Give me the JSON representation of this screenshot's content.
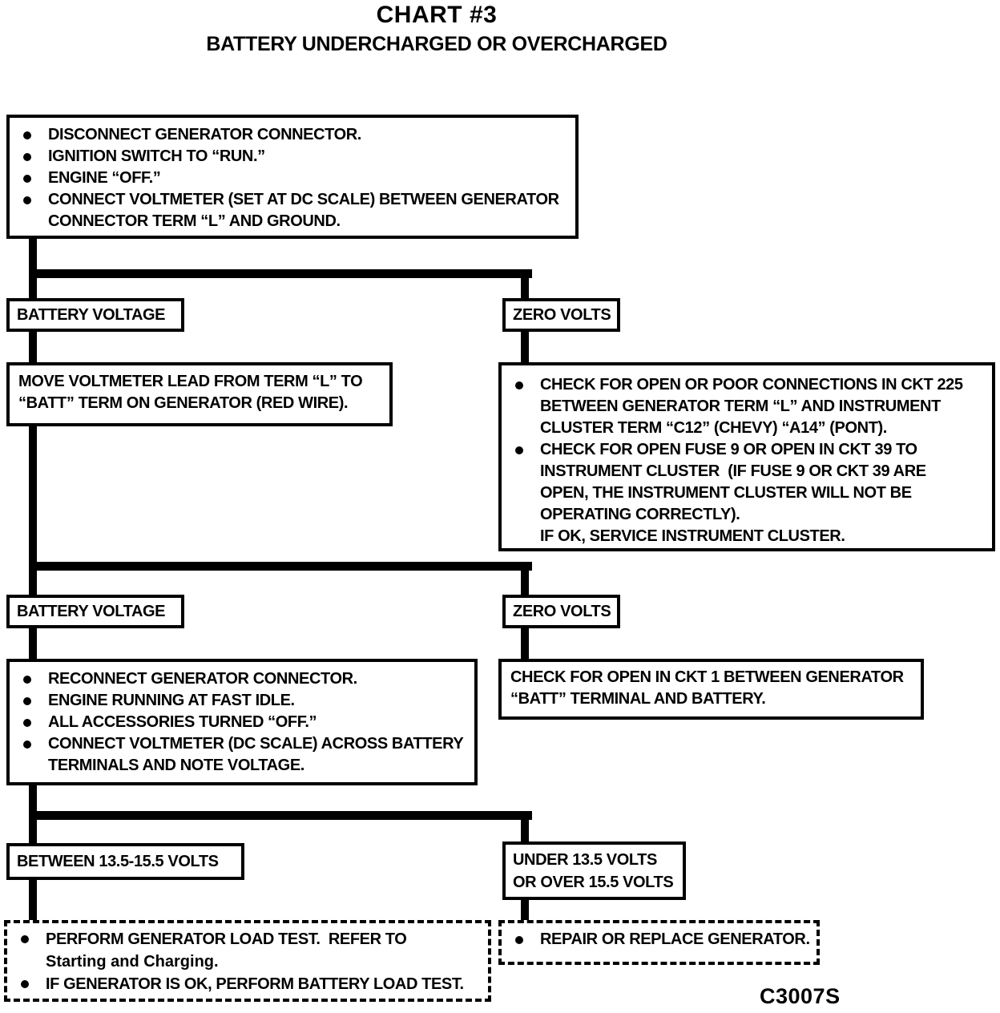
{
  "page": {
    "title": "CHART #3",
    "subtitle": "BATTERY UNDERCHARGED OR OVERCHARGED",
    "figure_code": "C3007S",
    "ink_color": "#000000",
    "paper_color": "#ffffff"
  },
  "setup": {
    "bullets": [
      [
        "DISCONNECT GENERATOR CONNECTOR."
      ],
      [
        "IGNITION SWITCH TO “RUN.”"
      ],
      [
        "ENGINE “OFF.”"
      ],
      [
        "CONNECT VOLTMETER (SET AT DC SCALE) BETWEEN GENERATOR",
        "CONNECTOR TERM “L” AND GROUND."
      ]
    ]
  },
  "row1": {
    "left_label": "BATTERY VOLTAGE",
    "right_label": "ZERO VOLTS"
  },
  "move_voltmeter": {
    "lines": [
      "MOVE VOLTMETER LEAD FROM TERM “L” TO",
      "“BATT” TERM ON GENERATOR (RED WIRE)."
    ]
  },
  "ckt225": {
    "bullets": [
      [
        "CHECK FOR OPEN OR POOR CONNECTIONS IN CKT 225",
        "BETWEEN GENERATOR TERM “L” AND INSTRUMENT",
        "CLUSTER TERM “C12” (CHEVY) “A14” (PONT)."
      ],
      [
        "CHECK FOR OPEN FUSE 9 OR OPEN IN CKT 39 TO",
        "INSTRUMENT CLUSTER  (IF FUSE 9 OR CKT 39 ARE",
        "OPEN, THE INSTRUMENT CLUSTER WILL NOT BE",
        "OPERATING CORRECTLY).",
        "IF OK, SERVICE INSTRUMENT CLUSTER."
      ]
    ]
  },
  "row2": {
    "left_label": "BATTERY VOLTAGE",
    "right_label": "ZERO VOLTS"
  },
  "recheck": {
    "bullets": [
      [
        "RECONNECT GENERATOR CONNECTOR."
      ],
      [
        "ENGINE RUNNING AT FAST IDLE."
      ],
      [
        "ALL ACCESSORIES TURNED “OFF.”"
      ],
      [
        "CONNECT VOLTMETER (DC SCALE) ACROSS BATTERY",
        "TERMINALS AND NOTE VOLTAGE."
      ]
    ]
  },
  "ckt1": {
    "lines": [
      "CHECK FOR OPEN IN CKT 1 BETWEEN GENERATOR",
      "“BATT” TERMINAL AND BATTERY."
    ]
  },
  "row3": {
    "left_label": "BETWEEN 13.5-15.5 VOLTS",
    "right_label_lines": [
      "UNDER 13.5 VOLTS",
      "OR OVER 15.5 VOLTS"
    ]
  },
  "generator_test": {
    "bullets": [
      [
        "PERFORM GENERATOR LOAD TEST.  REFER TO",
        "Starting and Charging."
      ],
      [
        "IF GENERATOR IS OK, PERFORM BATTERY LOAD TEST."
      ]
    ]
  },
  "repair": {
    "bullets": [
      [
        "REPAIR OR REPLACE GENERATOR."
      ]
    ]
  }
}
